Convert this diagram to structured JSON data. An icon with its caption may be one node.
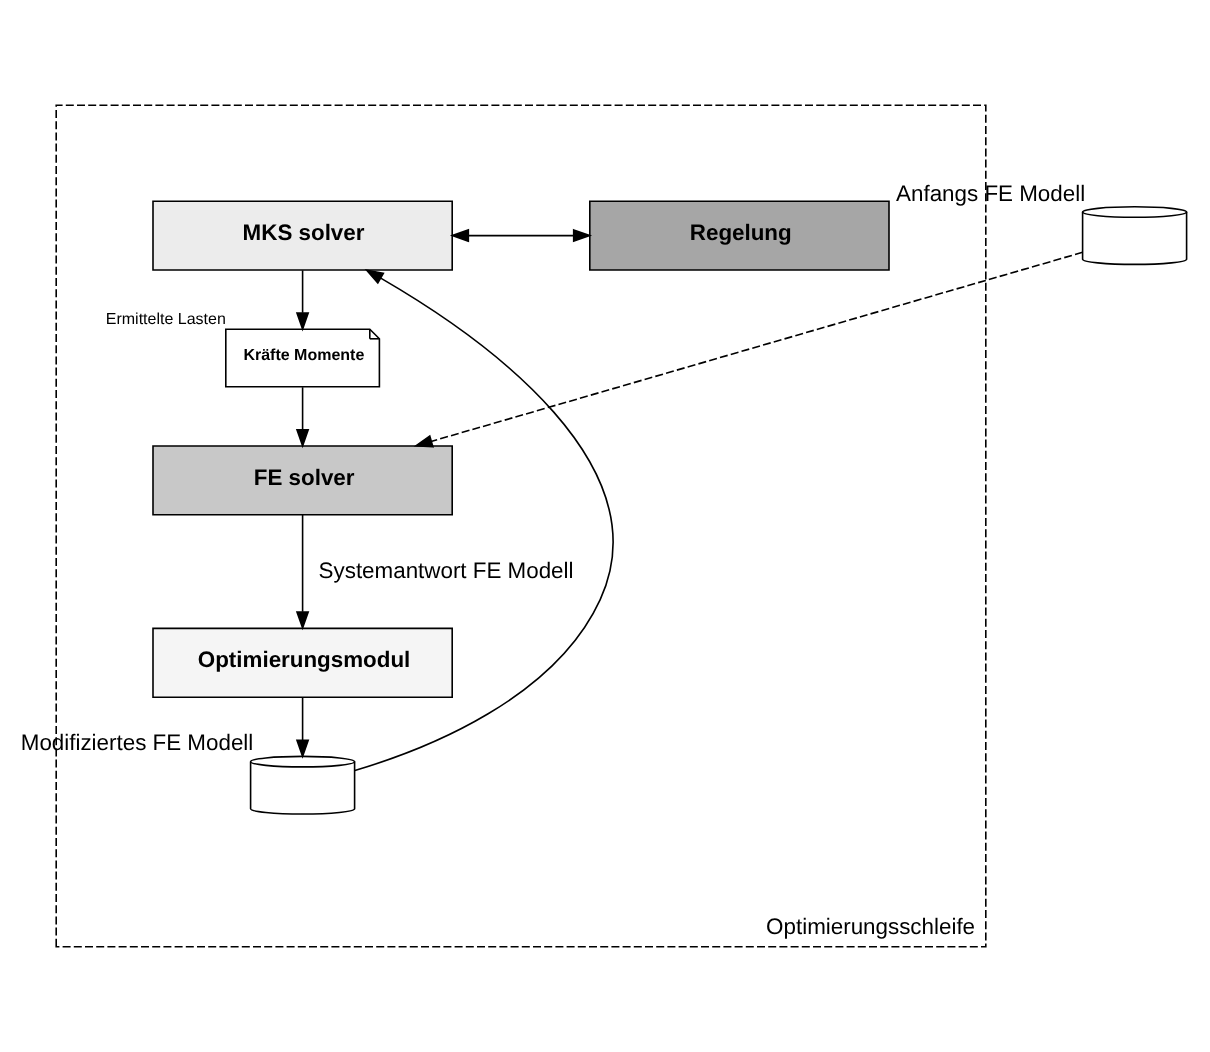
{
  "diagram": {
    "nodes": [
      {
        "text": [
          "Optimierungsschleife"
        ]
      },
      {
        "text": [
          "MKS solver"
        ],
        "in": 0
      },
      {
        "text": [
          "Regelung"
        ],
        "in": 0
      },
      {
        "text": [
          "Kräfte Momente"
        ],
        "beside": [
          "Ermittelte Lasten"
        ],
        "in": 0
      },
      {
        "text": [
          "FE solver"
        ],
        "in": 0
      },
      {
        "text": [
          "Optimierungsmodul"
        ],
        "in": 0
      },
      {
        "text": [],
        "shape": "cylinder",
        "beside": [
          "Modifiziertes FE Modell"
        ],
        "in": 0
      },
      {
        "text": [],
        "shape": "cylinder",
        "beside": [
          "Anfangs FE Modell"
        ]
      }
    ],
    "edges": [
      {
        "from": 1,
        "to": 2,
        "arrow": "both"
      },
      {
        "from": 1,
        "to": 3,
        "arrow": "to"
      },
      {
        "from": 3,
        "to": 4,
        "arrow": "to"
      },
      {
        "from": 4,
        "to": 5,
        "arrow": "to",
        "label": "Systemantwort FE Modell"
      },
      {
        "from": 5,
        "to": 6,
        "arrow": "to"
      },
      {
        "from": 6,
        "to": 1,
        "arrow": "to"
      },
      {
        "from": 7,
        "to": 4,
        "arrow": "to",
        "style": "dashed"
      }
    ]
  }
}
